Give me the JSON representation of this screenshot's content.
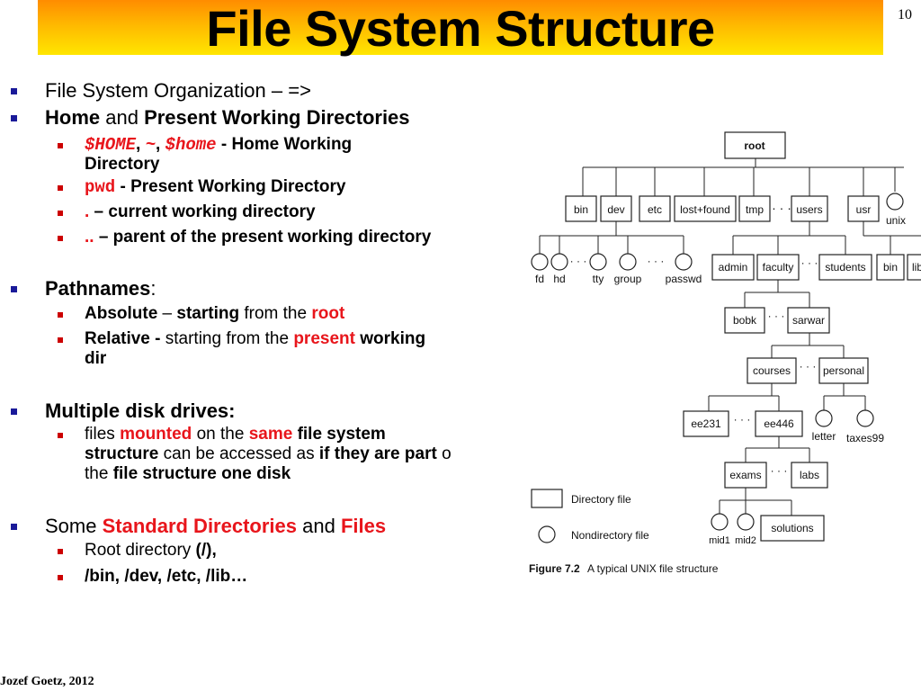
{
  "title": "File System Structure",
  "page_number": "10",
  "footer": "Jozef Goetz, 2012",
  "bullets": {
    "org": "File System Organization – =>",
    "home_a": "Home",
    "home_b": " and ",
    "home_c": "Present Working Directories",
    "sub1_a": "$HOME",
    "sub1_b": ", ",
    "sub1_c": "~",
    "sub1_d": ", ",
    "sub1_e": "$home",
    "sub1_f": "  -  Home Working",
    "sub1_g": "Directory",
    "sub2_a": "pwd",
    "sub2_b": " -  Present Working Directory",
    "sub3_a": ".",
    "sub3_b": " – current working directory",
    "sub4_a": "..",
    "sub4_b": " – parent of the present working directory",
    "path_a": "Pathnames",
    "path_b": ":",
    "abs_a": "Absolute",
    "abs_b": " – ",
    "abs_c": "starting",
    "abs_d": " from the ",
    "abs_e": "root",
    "rel_a": "Relative -",
    "rel_b": " starting from the ",
    "rel_c": "present",
    "rel_d": " working",
    "rel_e": "dir",
    "disk": "Multiple disk drives:",
    "files_a": "files ",
    "files_b": "mounted",
    "files_c": " on the ",
    "files_d": "same",
    "files_e": " file system",
    "files_f": "structure",
    "files_g": " can be accessed as ",
    "files_h": "if they are part",
    "files_i": " o",
    "files_j": "the ",
    "files_k": "file structure one disk",
    "std_a": "Some ",
    "std_b": "Standard Directories",
    "std_c": " and ",
    "std_d": "Files",
    "root_a": "Root directory ",
    "root_b": "(/),",
    "bin": "/bin, /dev, /etc, /lib…"
  },
  "figure": {
    "nodes": {
      "root": "root",
      "bin": "bin",
      "dev": "dev",
      "etc": "etc",
      "lost": "lost+found",
      "tmp": "tmp",
      "users": "users",
      "usr": "usr",
      "unix": "unix",
      "fd": "fd",
      "hd": "hd",
      "tty": "tty",
      "group": "group",
      "passwd": "passwd",
      "admin": "admin",
      "faculty": "faculty",
      "students": "students",
      "bin2": "bin",
      "lib": "lib",
      "bobk": "bobk",
      "sarwar": "sarwar",
      "courses": "courses",
      "personal": "personal",
      "ee231": "ee231",
      "ee446": "ee446",
      "letter": "letter",
      "taxes99": "taxes99",
      "exams": "exams",
      "labs": "labs",
      "mid1": "mid1",
      "mid2": "mid2",
      "solutions": "solutions"
    },
    "legend_dir": "Directory file",
    "legend_nondir": "Nondirectory file",
    "caption_label": "Figure 7.2",
    "caption_text": "A typical UNIX file structure",
    "ellipsis": "· · ·"
  }
}
